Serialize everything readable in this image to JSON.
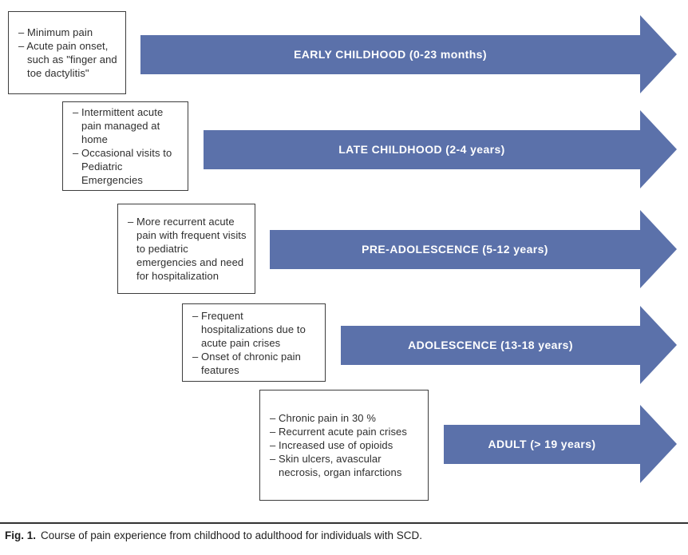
{
  "figure": {
    "caption_label": "Fig. 1.",
    "caption_text": "Course of pain experience from childhood to adulthood for individuals with SCD."
  },
  "colors": {
    "arrow_fill": "#5b71aa",
    "arrow_text": "#ffffff",
    "box_border": "#3d3d3d",
    "box_text": "#2e2e2e"
  },
  "stages": [
    {
      "label": "EARLY CHILDHOOD (0-23 months)",
      "points": [
        "– Minimum pain",
        "– Acute pain onset, such as \"finger and toe dactylitis\""
      ]
    },
    {
      "label": "LATE CHILDHOOD (2-4 years)",
      "points": [
        "– Intermittent acute pain managed at home",
        "– Occasional visits to Pediatric Emergencies"
      ]
    },
    {
      "label": "PRE-ADOLESCENCE (5-12 years)",
      "points": [
        "– More recurrent acute pain with frequent visits to pediatric emergencies and need for hospitalization"
      ]
    },
    {
      "label": "ADOLESCENCE (13-18 years)",
      "points": [
        "– Frequent hospitalizations due to acute pain crises",
        "– Onset of chronic pain features"
      ]
    },
    {
      "label": "ADULT (> 19 years)",
      "points": [
        "– Chronic pain in 30 %",
        "– Recurrent acute pain crises",
        "– Increased use of opioids",
        "– Skin ulcers, avascular necrosis, organ infarctions"
      ]
    }
  ]
}
